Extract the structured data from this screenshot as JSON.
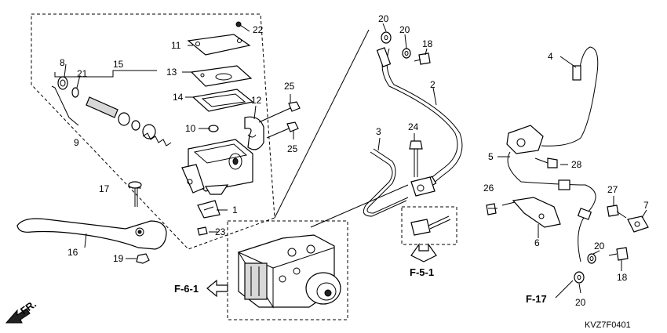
{
  "diagram_code": "KVZ7F0401",
  "direction_label": "FR.",
  "references": {
    "abs": "F-6-1",
    "caliper": "F-5-1",
    "hose": "F-17"
  },
  "part_numbers": {
    "p1": "1",
    "p2": "2",
    "p3": "3",
    "p4": "4",
    "p5": "5",
    "p6": "6",
    "p7": "7",
    "p8": "8",
    "p9": "9",
    "p10": "10",
    "p11": "11",
    "p12": "12",
    "p13": "13",
    "p14": "14",
    "p15": "15",
    "p16": "16",
    "p17": "17",
    "p18a": "18",
    "p18b": "18",
    "p19": "19",
    "p20a": "20",
    "p20b": "20",
    "p20c": "20",
    "p20d": "20",
    "p21": "21",
    "p22": "22",
    "p23": "23",
    "p24": "24",
    "p25a": "25",
    "p25b": "25",
    "p26": "26",
    "p27": "27",
    "p28": "28"
  }
}
